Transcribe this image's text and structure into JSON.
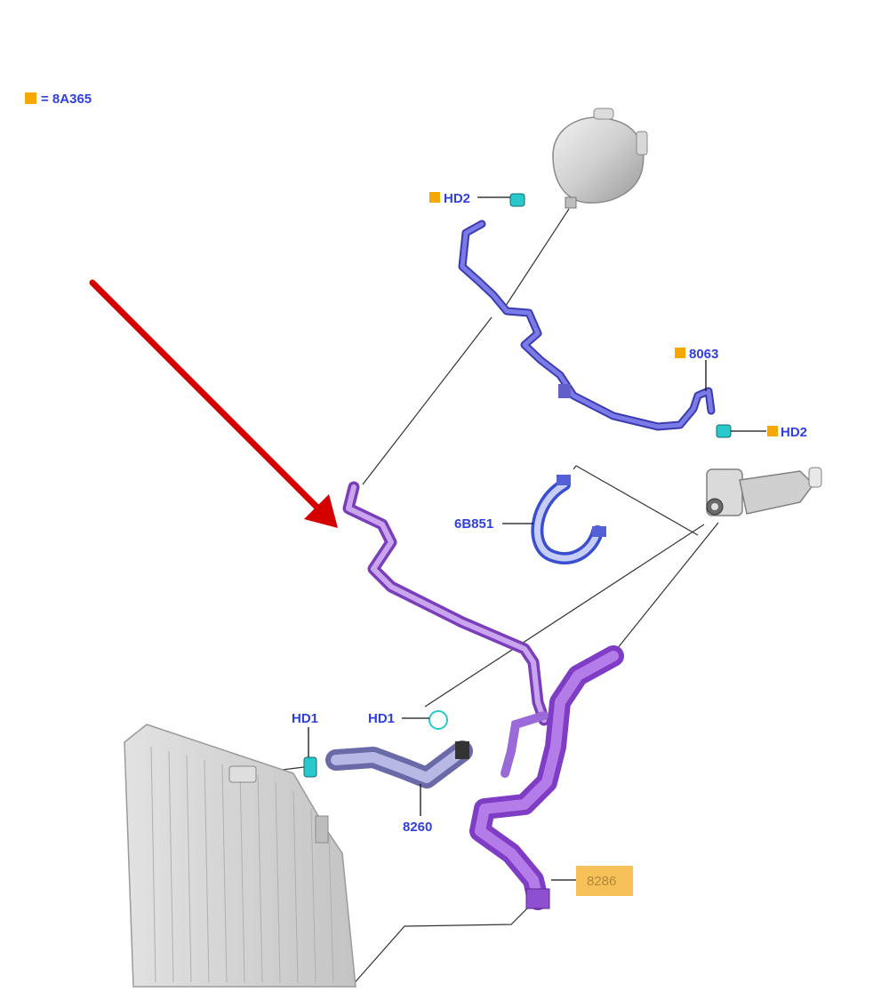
{
  "legend": {
    "marker_color": "#f5a800",
    "text": "= 8A365"
  },
  "labels": {
    "hd2_top": "HD2",
    "p8063": "8063",
    "hd2_right": "HD2",
    "p6B851": "6B851",
    "hd1_left": "HD1",
    "hd1_mid": "HD1",
    "p8260": "8260",
    "p8286": "8286"
  },
  "colors": {
    "label_text": "#2f3fe0",
    "orange_marker": "#f5a800",
    "hose_blue": "#5a5ad6",
    "hose_purple": "#a56ee0",
    "hose_light": "#b9bcea",
    "clip_cyan": "#28c8cc",
    "arrow_red": "#d40000",
    "radiator_gray": "#cfcfcf"
  },
  "icons": {
    "arrow": "red-arrow-icon",
    "reservoir": "coolant-reservoir-icon",
    "thermostat": "thermostat-housing-icon",
    "radiator": "radiator-icon",
    "clip": "hose-clamp-icon"
  }
}
